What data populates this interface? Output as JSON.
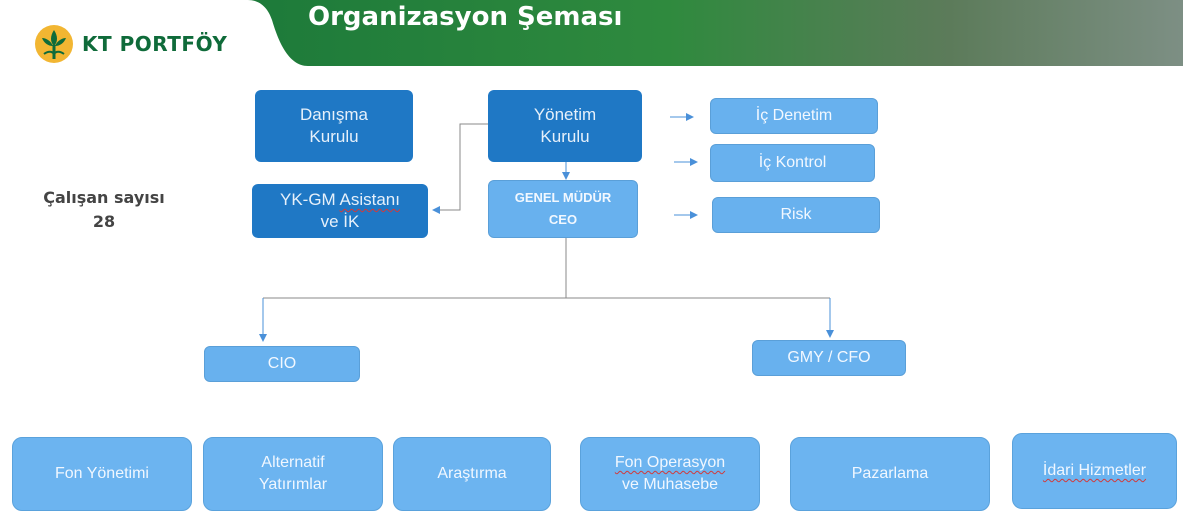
{
  "brand": {
    "name": "KT PORTFÖY"
  },
  "title": "Organizasyon Şeması",
  "staff": {
    "label": "Çalışan sayısı",
    "count": "28"
  },
  "colors": {
    "brand_green": "#0f6b3a",
    "box_dark": "#1f78c5",
    "box_light": "#68b1ee"
  },
  "boxes": {
    "danisma": {
      "line1": "Danışma",
      "line2": "Kurulu"
    },
    "yonetim": {
      "line1": "Yönetim",
      "line2": "Kurulu"
    },
    "asistan": {
      "line1a": "YK-GM ",
      "line1b": "Asistanı",
      "line2": "ve İK"
    },
    "genel_mudur": {
      "line1": "GENEL MÜDÜR",
      "line2": "CEO"
    },
    "ic_denetim": "İç Denetim",
    "ic_kontrol": "İç Kontrol",
    "risk": "Risk",
    "cio": "CIO",
    "gmy": "GMY / CFO"
  },
  "departments": [
    {
      "line1": "Fon Yönetimi",
      "line2": ""
    },
    {
      "line1": "Alternatif",
      "line2": "Yatırımlar"
    },
    {
      "line1": "Araştırma",
      "line2": ""
    },
    {
      "line1": "Fon Operasyon",
      "line2": "ve Muhasebe"
    },
    {
      "line1": "Pazarlama",
      "line2": ""
    },
    {
      "line1": "İdari Hizmetler",
      "line2": ""
    }
  ]
}
